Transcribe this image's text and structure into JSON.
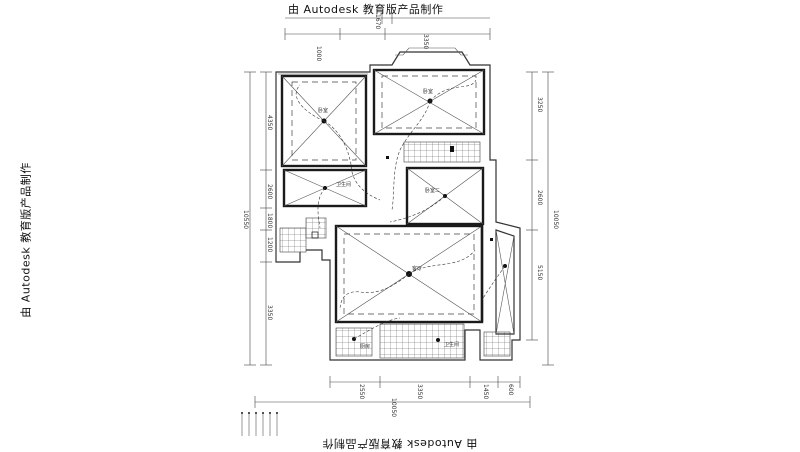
{
  "watermark": {
    "text": "由 Autodesk 教育版产品制作"
  },
  "dimensions": {
    "top": [
      "1000",
      "1670",
      "3350"
    ],
    "left_outer": "10550",
    "left_inner": [
      "4350",
      "2600",
      "1800",
      "1200",
      "3350"
    ],
    "right_outer": "10050",
    "right_inner": [
      "3250",
      "2600",
      "5150"
    ],
    "bottom": [
      "2550",
      "3350",
      "1450",
      "600"
    ],
    "bottom_total": "10050"
  },
  "rooms": {
    "r1": "卧室",
    "r2": "卧室",
    "r3": "卫生间",
    "r4": "卧室二",
    "r5": "客厅",
    "r6": "厨房",
    "r7": "卫生间"
  },
  "colors": {
    "line": "#333333",
    "background": "#ffffff"
  }
}
